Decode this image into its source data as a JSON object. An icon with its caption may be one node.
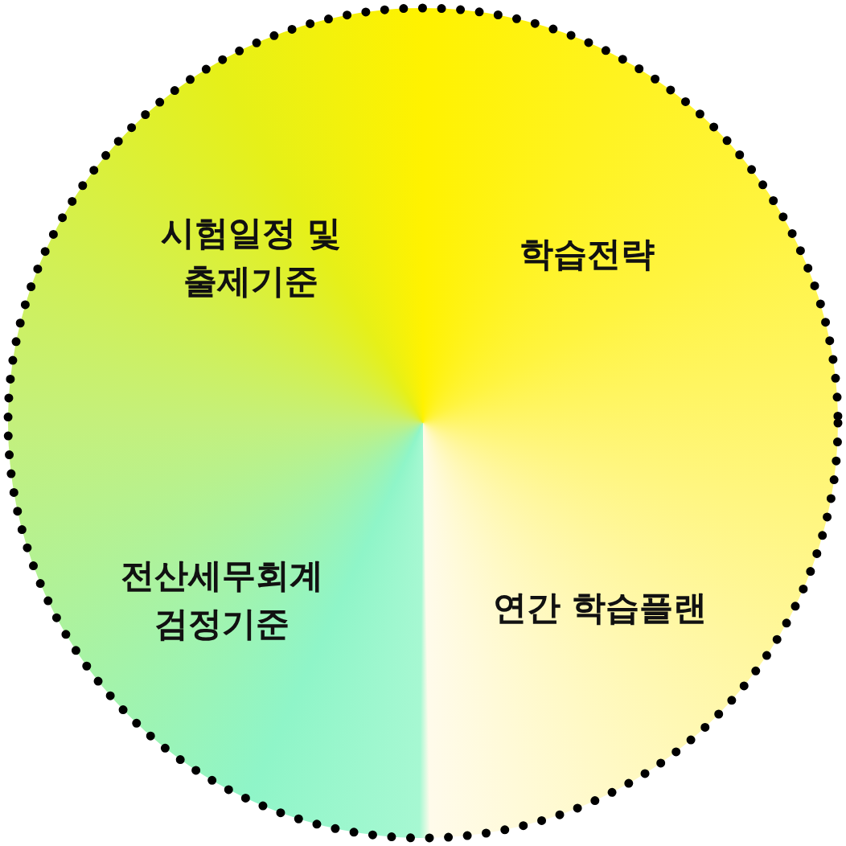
{
  "diagram": {
    "nodes": [
      {
        "text": [
          "시험일정 및 출제기준"
        ]
      },
      {
        "text": [
          "학습전략"
        ]
      },
      {
        "text": [
          "전산세무회계 검정기준"
        ]
      },
      {
        "text": [
          "연간 학습플랜"
        ]
      }
    ]
  }
}
